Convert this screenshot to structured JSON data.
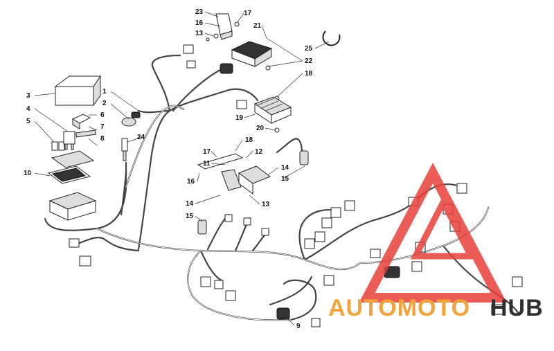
{
  "diagram": {
    "callouts": [
      {
        "id": "c1",
        "text": "1"
      },
      {
        "id": "c2",
        "text": "2"
      },
      {
        "id": "c3",
        "text": "3"
      },
      {
        "id": "c4",
        "text": "4"
      },
      {
        "id": "c5",
        "text": "5"
      },
      {
        "id": "c6",
        "text": "6"
      },
      {
        "id": "c7",
        "text": "7"
      },
      {
        "id": "c8",
        "text": "8"
      },
      {
        "id": "c9",
        "text": "9"
      },
      {
        "id": "c10",
        "text": "10"
      },
      {
        "id": "c11",
        "text": "11"
      },
      {
        "id": "c12",
        "text": "12"
      },
      {
        "id": "c13a",
        "text": "13"
      },
      {
        "id": "c13b",
        "text": "13"
      },
      {
        "id": "c14a",
        "text": "14"
      },
      {
        "id": "c14b",
        "text": "14"
      },
      {
        "id": "c15a",
        "text": "15"
      },
      {
        "id": "c15b",
        "text": "15"
      },
      {
        "id": "c16a",
        "text": "16"
      },
      {
        "id": "c16b",
        "text": "16"
      },
      {
        "id": "c17a",
        "text": "17"
      },
      {
        "id": "c17b",
        "text": "17"
      },
      {
        "id": "c18a",
        "text": "18"
      },
      {
        "id": "c18b",
        "text": "18"
      },
      {
        "id": "c19",
        "text": "19"
      },
      {
        "id": "c20",
        "text": "20"
      },
      {
        "id": "c21",
        "text": "21"
      },
      {
        "id": "c22",
        "text": "22"
      },
      {
        "id": "c23",
        "text": "23"
      },
      {
        "id": "c24",
        "text": "24"
      },
      {
        "id": "c25",
        "text": "25"
      }
    ]
  },
  "watermark": {
    "part1": "AUTOMOTO",
    "part2": "HUB",
    "color_triangle": "#e9403a",
    "color_accent": "#f2a33a",
    "color_dark": "#2f2f2f"
  }
}
